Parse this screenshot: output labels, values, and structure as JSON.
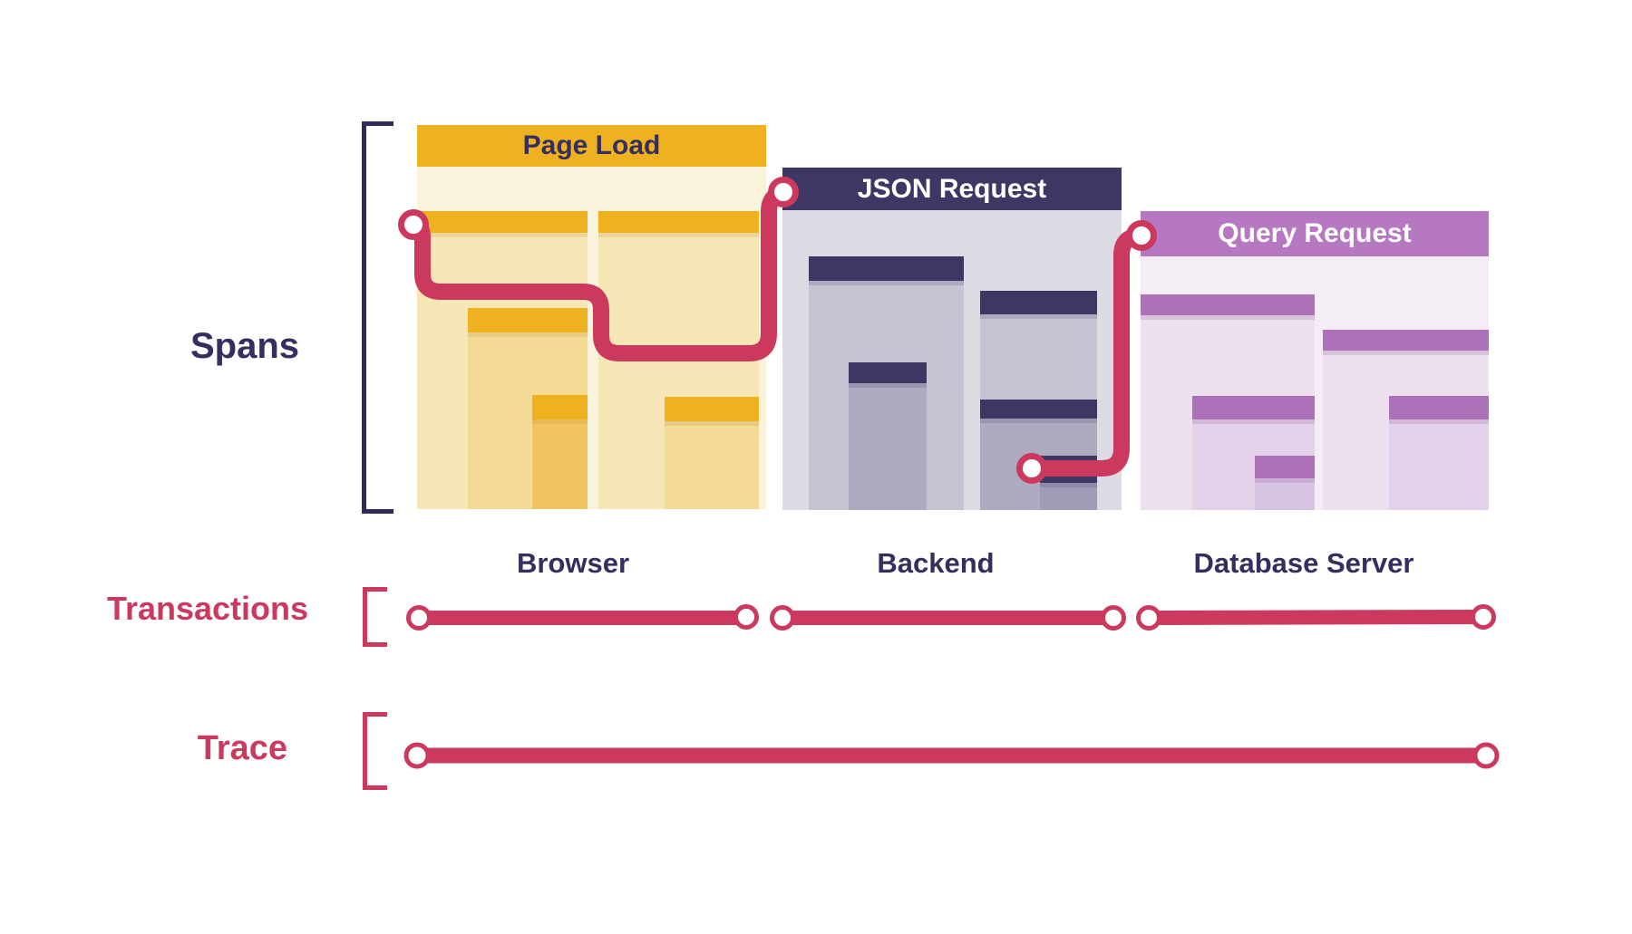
{
  "row_labels": {
    "spans": "Spans",
    "transactions": "Transactions",
    "trace": "Trace"
  },
  "panels": [
    {
      "title": "Page Load",
      "service": "Browser"
    },
    {
      "title": "JSON Request",
      "service": "Backend"
    },
    {
      "title": "Query Request",
      "service": "Database Server"
    }
  ],
  "colors": {
    "red": "#CB3A5E",
    "navy": "#352E5F",
    "bracketNavy": "#322B58",
    "gold": "#EEB221",
    "cream1": "#FAF3DC",
    "cream2": "#F7E6B6",
    "cream3": "#F3DA97",
    "cream4": "#F0C45E",
    "indigo": "#3E3763",
    "gray1": "#DCDBE4",
    "gray2": "#C6C4D3",
    "gray3": "#AEABC1",
    "gray4": "#A09CB7",
    "purple": "#B678C1",
    "purpleBar": "#AC71B8",
    "pink1": "#F4EDF6",
    "pink2": "#EDE1F0",
    "pink3": "#E4D2EA",
    "pink4": "#D9C3E2"
  }
}
